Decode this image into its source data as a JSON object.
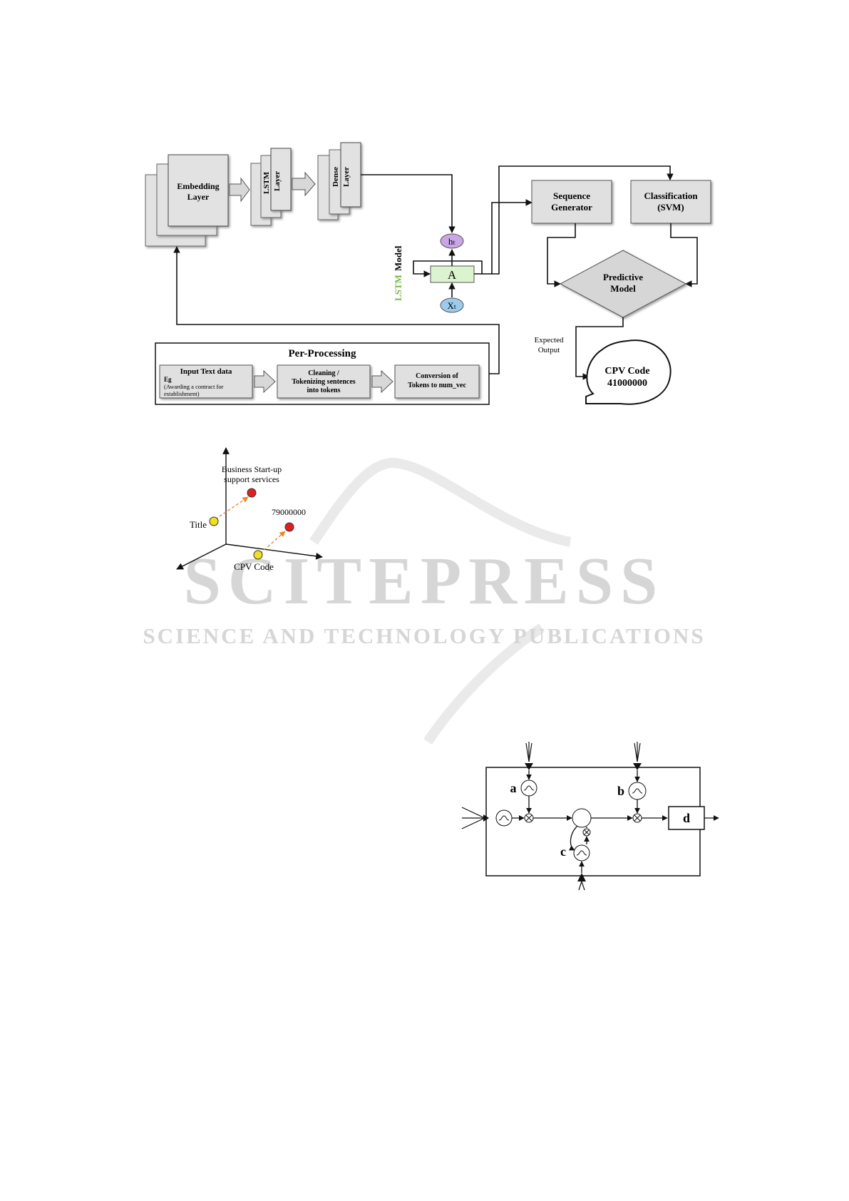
{
  "watermark": {
    "main": "SCITEPRESS",
    "sub": "SCIENCE AND TECHNOLOGY PUBLICATIONS"
  },
  "figure1": {
    "embedding": [
      "Embedding",
      "Layer"
    ],
    "lstm": [
      "LSTM",
      "Layer"
    ],
    "dense": [
      "Dense",
      "Layer"
    ],
    "lstm_model_word1": "LSTM",
    "lstm_model_word2": "Model",
    "ht": "hₜ",
    "cell": "A",
    "xt": "Xₜ",
    "sequence_generator": [
      "Sequence",
      "Generator"
    ],
    "classification": [
      "Classification",
      "(SVM)"
    ],
    "predictive_model": [
      "Predictive",
      "Model"
    ],
    "expected_output": [
      "Expected",
      "Output"
    ],
    "cpv_code": [
      "CPV Code",
      "41000000"
    ],
    "preprocessing_title": "Per-Processing",
    "input_text": {
      "title": "Input Text data",
      "eg": "Eg",
      "line1": "(Awarding a contract for",
      "line2": "establishment)"
    },
    "cleaning": [
      "Cleaning /",
      "Tokenizing sentences",
      "into tokens"
    ],
    "conversion": [
      "Conversion of",
      "Tokens to num_vec"
    ]
  },
  "figure2": {
    "business": [
      "Business Start-up",
      "support services"
    ],
    "code_value": "79000000",
    "title_label": "Title",
    "cpv_label": "CPV Code"
  },
  "figure3": {
    "label_a": "a",
    "label_b": "b",
    "label_c": "c",
    "label_d": "d"
  },
  "colors": {
    "box_fill": "#e0e0e0",
    "lstm_green": "#7ab648",
    "ht_purple": "#c9a6e6",
    "xt_blue": "#9ccbee",
    "point_red": "#e02020",
    "point_yellow": "#f0e020",
    "arrow_orange": "#e8892a",
    "cell_green": "#dcf3cf"
  }
}
